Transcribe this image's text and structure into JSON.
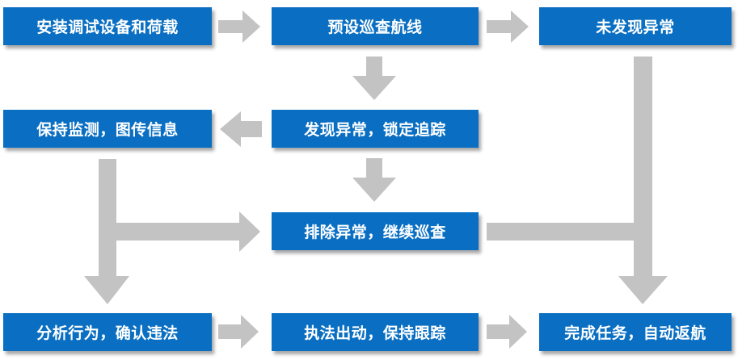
{
  "diagram": {
    "nodes": {
      "install": "安装调试设备和荷载",
      "preset_route": "预设巡查航线",
      "no_anomaly": "未发现异常",
      "monitor": "保持监测，图传信息",
      "anomaly_found": "发现异常，锁定追踪",
      "clear_anomaly": "排除异常，继续巡查",
      "analyze": "分析行为，确认违法",
      "enforce": "执法出动，保持跟踪",
      "complete": "完成任务，自动返航"
    },
    "colors": {
      "box": "#0a6fc2",
      "box_text": "#ffffff",
      "arrow": "#c3c3c3"
    }
  }
}
